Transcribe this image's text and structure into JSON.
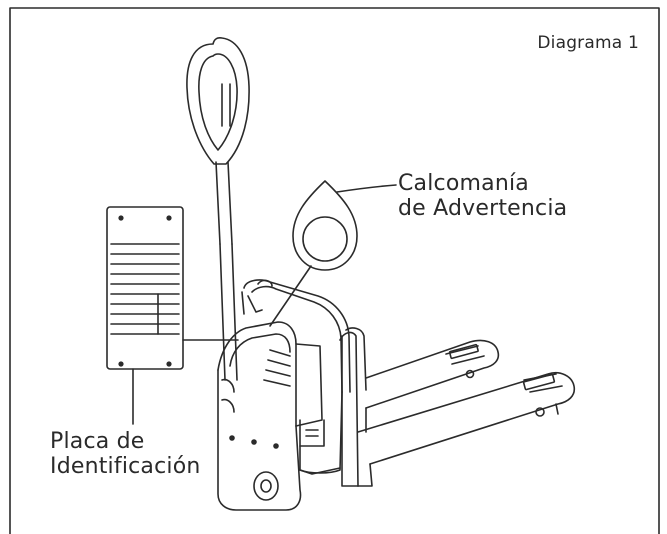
{
  "diagram": {
    "title": "Diagrama 1",
    "callouts": {
      "warning_decal": {
        "line1": "Calcomanía",
        "line2": "de Advertencia"
      },
      "id_plate": {
        "line1": "Placa de",
        "line2": "Identificación"
      }
    }
  }
}
